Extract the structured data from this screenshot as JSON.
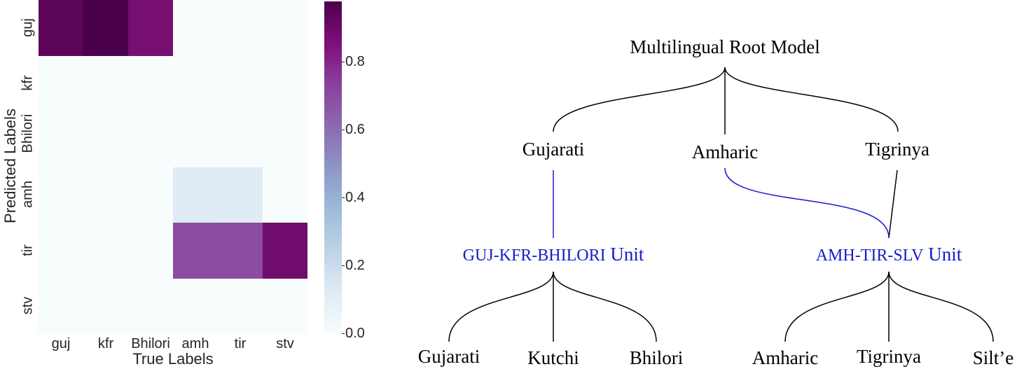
{
  "chart_data": {
    "type": "heatmap",
    "xlabel": "True Labels",
    "ylabel": "Predicted Labels",
    "x_categories": [
      "guj",
      "kfr",
      "Bhilori",
      "amh",
      "tir",
      "stv"
    ],
    "y_categories": [
      "guj",
      "kfr",
      "Bhilori",
      "amh",
      "tir",
      "stv"
    ],
    "values": [
      [
        0.92,
        0.98,
        0.83,
        0.0,
        0.0,
        0.0
      ],
      [
        0.0,
        0.0,
        0.0,
        0.0,
        0.0,
        0.0
      ],
      [
        0.0,
        0.0,
        0.0,
        0.0,
        0.0,
        0.0
      ],
      [
        0.0,
        0.0,
        0.0,
        0.12,
        0.1,
        0.0
      ],
      [
        0.0,
        0.0,
        0.0,
        0.72,
        0.72,
        0.88
      ],
      [
        0.0,
        0.0,
        0.0,
        0.0,
        0.0,
        0.0
      ]
    ],
    "colorbar": {
      "min": 0.0,
      "max": 0.98,
      "ticks": [
        "0.0",
        "0.2",
        "0.4",
        "0.6",
        "0.8"
      ],
      "colormap": "BuPu"
    }
  },
  "cell_colors": [
    [
      "#5c0458",
      "#4a004a",
      "#760f70",
      "#f7fcfd",
      "#f7fcfd",
      "#f7fcfd"
    ],
    [
      "#f7fcfd",
      "#f7fcfd",
      "#f7fcfd",
      "#f7fcfd",
      "#f7fcfd",
      "#f7fcfd"
    ],
    [
      "#f7fcfd",
      "#f7fcfd",
      "#f7fcfd",
      "#f7fcfd",
      "#f7fcfd",
      "#f7fcfd"
    ],
    [
      "#f7fcfd",
      "#f7fcfd",
      "#f7fcfd",
      "#dfeaf4",
      "#e1ebf4",
      "#f7fcfd"
    ],
    [
      "#f7fcfd",
      "#f7fcfd",
      "#f7fcfd",
      "#8a4ca0",
      "#8a4ca0",
      "#700c6c"
    ],
    [
      "#f7fcfd",
      "#f7fcfd",
      "#f7fcfd",
      "#f7fcfd",
      "#f7fcfd",
      "#f7fcfd"
    ]
  ],
  "tree": {
    "root": "Multilingual Root Model",
    "level1": [
      "Gujarati",
      "Amharic",
      "Tigrinya"
    ],
    "units": [
      {
        "code": "GUJ-KFR-BHILORI",
        "suffix": "Unit"
      },
      {
        "code": "AMH-TIR-SLV",
        "suffix": "Unit"
      }
    ],
    "leaves": [
      "Gujarati",
      "Kutchi",
      "Bhilori",
      "Amharic",
      "Tigrinya",
      "Silt’e"
    ],
    "unit_color": "#1a1acc"
  }
}
